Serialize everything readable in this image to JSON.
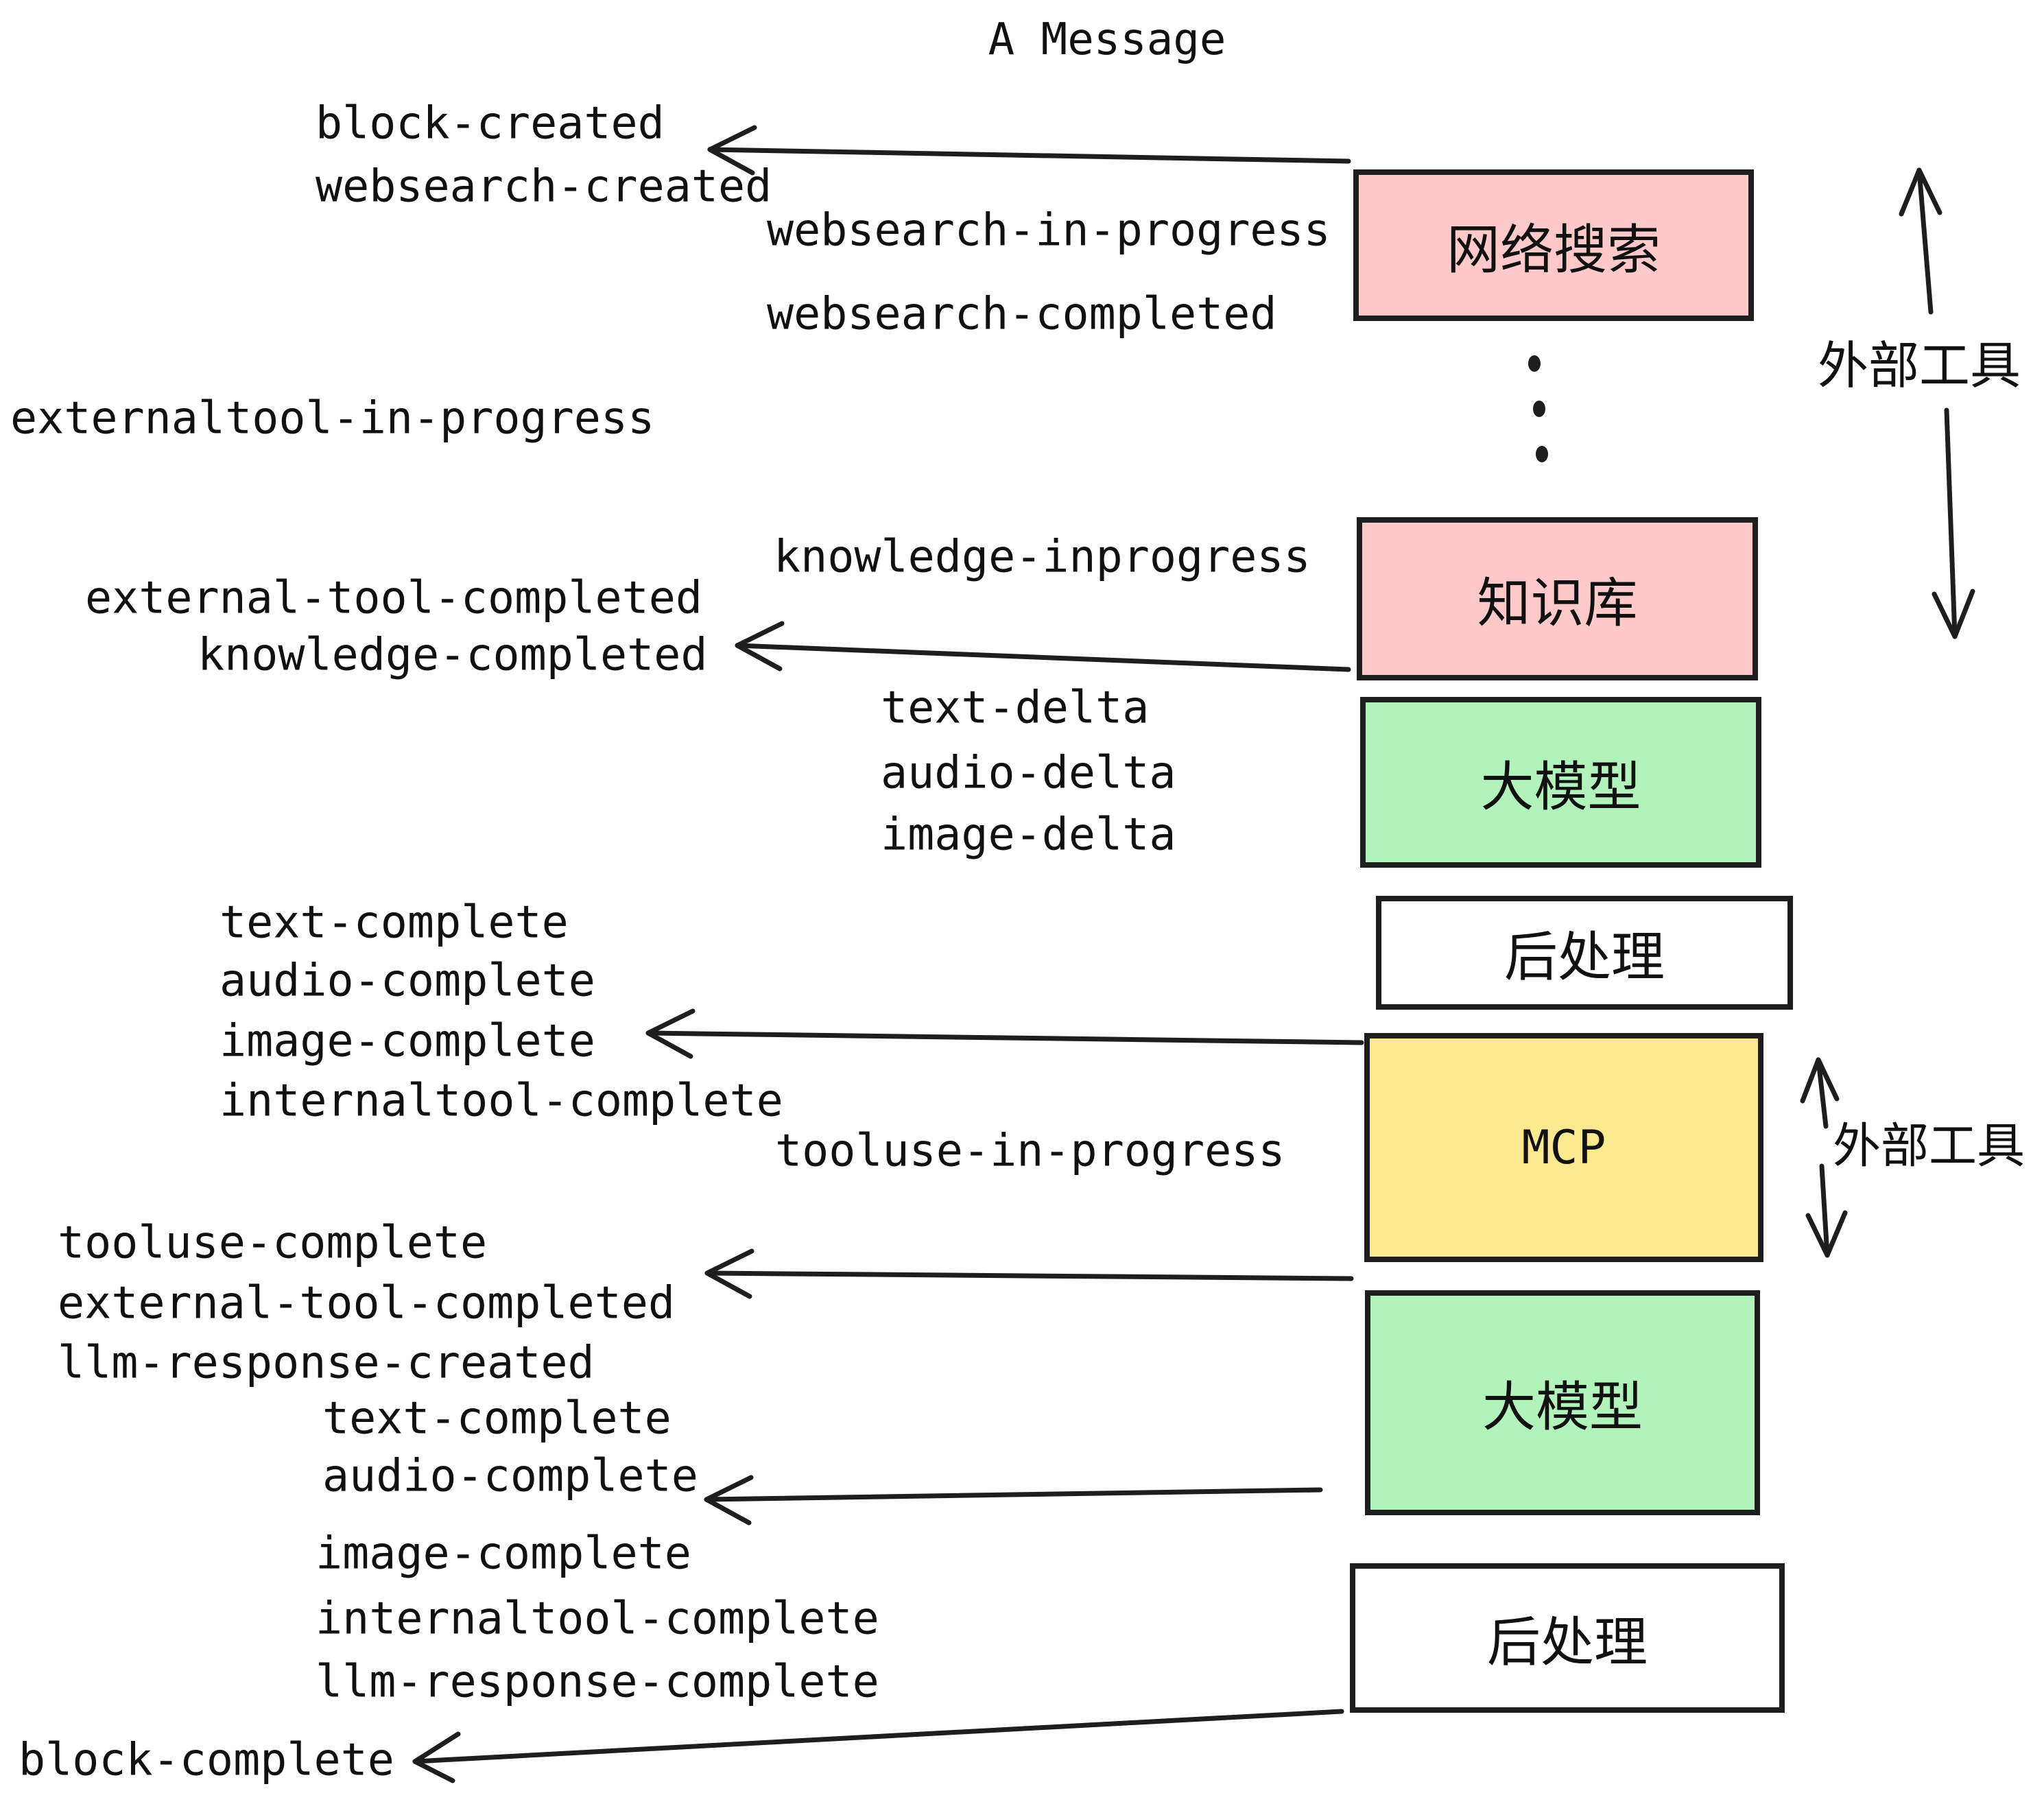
{
  "title": "A Message",
  "boxes": {
    "websearch": {
      "label": "网络搜索"
    },
    "knowledge": {
      "label": "知识库"
    },
    "llm_top": {
      "label": "大模型"
    },
    "post_top": {
      "label": "后处理"
    },
    "mcp": {
      "label": "MCP"
    },
    "llm_bottom": {
      "label": "大模型"
    },
    "post_bottom": {
      "label": "后处理"
    }
  },
  "events": {
    "block_created": "block-created",
    "websearch_created": "websearch-created",
    "websearch_in_progress": "websearch-in-progress",
    "websearch_completed": "websearch-completed",
    "externaltool_in_progress": "externaltool-in-progress",
    "knowledge_inprogress": "knowledge-inprogress",
    "external_tool_completed_top": "external-tool-completed",
    "knowledge_completed": "knowledge-completed",
    "text_delta_top": "text-delta",
    "audio_delta_top": "audio-delta",
    "image_delta_top": "image-delta",
    "text_complete_top": "text-complete",
    "audio_complete_top": "audio-complete",
    "image_complete_top": "image-complete",
    "internaltool_complete_top": "internaltool-complete",
    "tooluse_in_progress": "tooluse-in-progress",
    "tooluse_complete": "tooluse-complete",
    "external_tool_completed_bottom": "external-tool-completed",
    "llm_response_created": "llm-response-created",
    "text_complete_bottom": "text-complete",
    "audio_complete_bottom": "audio-complete",
    "image_complete_bottom": "image-complete",
    "internaltool_complete_bottom": "internaltool-complete",
    "llm_response_complete": "llm-response-complete",
    "block_complete": "block-complete"
  },
  "side_labels": {
    "external_tools_top": "外部工具",
    "external_tools_bottom": "外部工具"
  },
  "colors": {
    "pink": "#ffc9c9",
    "green": "#b2f2bb",
    "yellow": "#fce98f",
    "white": "#ffffff",
    "stroke": "#1e1e1e",
    "text": "#111111"
  }
}
